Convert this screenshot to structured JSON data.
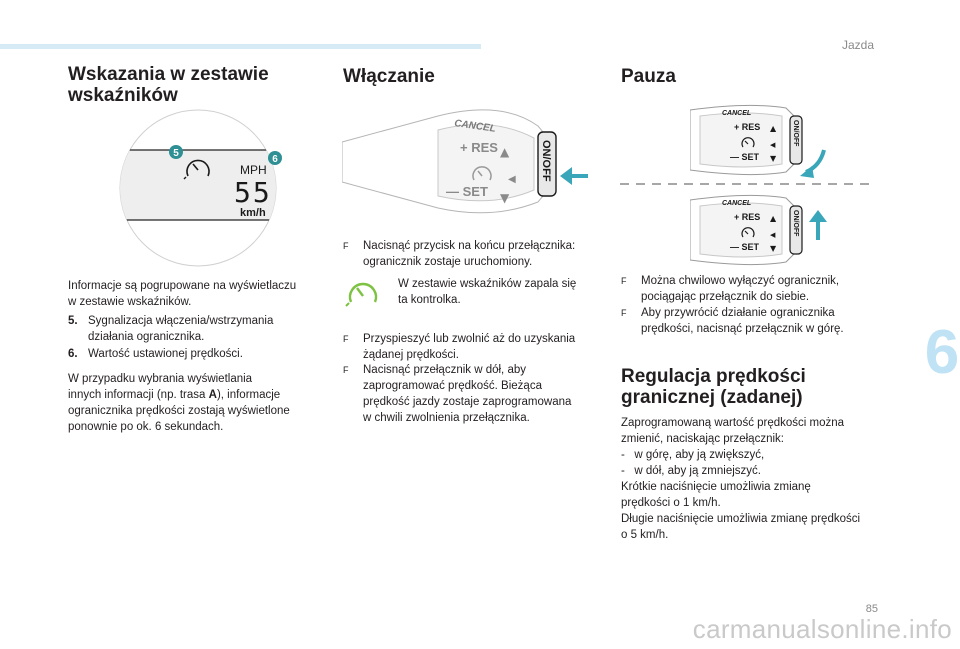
{
  "header": {
    "section": "Jazda"
  },
  "chapter_number": "6",
  "page_number": "85",
  "watermark": "carmanualsonline.info",
  "col1": {
    "title_line1": "Wskazania w zestawie",
    "title_line2": "wskaźników",
    "cluster": {
      "unit_top": "MPH",
      "speed": "55",
      "unit_bottom": "km/h",
      "callout_5": "5",
      "callout_6": "6"
    },
    "intro_line1": "Informacje są pogrupowane na wyświetlaczu",
    "intro_line2": "w zestawie wskaźników.",
    "items": [
      {
        "num": "5.",
        "line1": "Sygnalizacja włączenia/wstrzymania",
        "line2": "działania ogranicznika."
      },
      {
        "num": "6.",
        "line1": "Wartość ustawionej prędkości."
      }
    ],
    "para_line1": "W przypadku wybrania wyświetlania",
    "para_line2_pre": "innych informacji (np. trasa ",
    "para_line2_bold": "A",
    "para_line2_post": "), informacje",
    "para_line3": "ogranicznika prędkości zostają wyświetlone",
    "para_line4": "ponownie po ok. 6 sekundach."
  },
  "col2": {
    "title": "Włączanie",
    "lever": {
      "cancel": "CANCEL",
      "res": "RES",
      "set": "SET",
      "onoff": "ON/OFF"
    },
    "bullet1_line1": "Nacisnąć przycisk na końcu przełącznika:",
    "bullet1_line2": "ogranicznik zostaje uruchomiony.",
    "indicator_line1": "W zestawie wskaźników zapala się",
    "indicator_line2": "ta kontrolka.",
    "bullet2_line1": "Przyspieszyć lub zwolnić aż do uzyskania",
    "bullet2_line2": "żądanej prędkości.",
    "bullet3_line1": "Nacisnąć przełącznik w dół, aby",
    "bullet3_line2": "zaprogramować prędkość. Bieżąca",
    "bullet3_line3": "prędkość jazdy zostaje zaprogramowana",
    "bullet3_line4": "w chwili zwolnienia przełącznika.",
    "bullet_glyph": "F"
  },
  "col3": {
    "title": "Pauza",
    "bullet1_line1": "Można chwilowo wyłączyć ogranicznik,",
    "bullet1_line2": "pociągając przełącznik do siebie.",
    "bullet2_line1": "Aby przywrócić działanie ogranicznika",
    "bullet2_line2": "prędkości, nacisnąć przełącznik w górę.",
    "title2_line1": "Regulacja prędkości",
    "title2_line2": "granicznej (zadanej)",
    "reg_lines": [
      "Zaprogramowaną wartość prędkości można",
      "zmienić, naciskając przełącznik:",
      "-   w górę, aby ją zwiększyć,",
      "-   w dół, aby ją zmniejszyć.",
      "Krótkie naciśnięcie umożliwia zmianę",
      "prędkości o 1 km/h.",
      "Długie naciśnięcie umożliwia zmianę prędkości",
      "o 5 km/h."
    ]
  },
  "colors": {
    "accent_blue": "#bfe2f5",
    "callout_teal": "#2e8f94",
    "arrow_teal": "#3aa6b9",
    "indicator_green": "#7dc242"
  }
}
